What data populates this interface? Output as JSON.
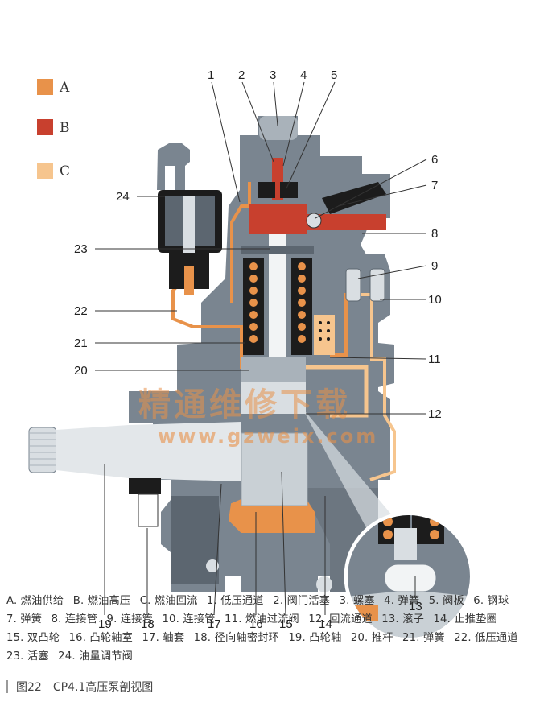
{
  "legend": [
    {
      "key": "A",
      "label": "A",
      "color": "#e8924a"
    },
    {
      "key": "B",
      "label": "B",
      "color": "#c8402e"
    },
    {
      "key": "C",
      "label": "C",
      "color": "#f6c58e"
    }
  ],
  "callouts": [
    "1",
    "2",
    "3",
    "4",
    "5",
    "6",
    "7",
    "8",
    "9",
    "10",
    "11",
    "12",
    "13",
    "14",
    "15",
    "16",
    "17",
    "18",
    "19",
    "20",
    "21",
    "22",
    "23",
    "24"
  ],
  "watermark": {
    "title": "精通维修下载",
    "url": "www.gzweix.com"
  },
  "caption_items": [
    "A. 燃油供给",
    "B. 燃油高压",
    "C. 燃油回流",
    "1. 低压通道",
    "2. 阀门活塞",
    "3. 螺塞",
    "4. 弹簧",
    "5. 阀板",
    "6. 钢球",
    "7. 弹簧",
    "8. 连接管",
    "9. 连接管",
    "10. 连接管",
    "11. 燃油过流阀",
    "12. 回流通道",
    "13. 滚子",
    "14. 止推垫圈",
    "15. 双凸轮",
    "16. 凸轮轴室",
    "17. 轴套",
    "18. 径向轴密封环",
    "19. 凸轮轴",
    "20. 推杆",
    "21. 弹簧",
    "22. 低压通道",
    "23. 活塞",
    "24. 油量调节阀"
  ],
  "figure_title": "图22　CP4.1高压泵剖视图",
  "colors": {
    "body": "#7a8590",
    "body_dark": "#5c6670",
    "body_light": "#a9b2ba",
    "cutaway": "#d9dee2",
    "black": "#1c1c1c"
  }
}
